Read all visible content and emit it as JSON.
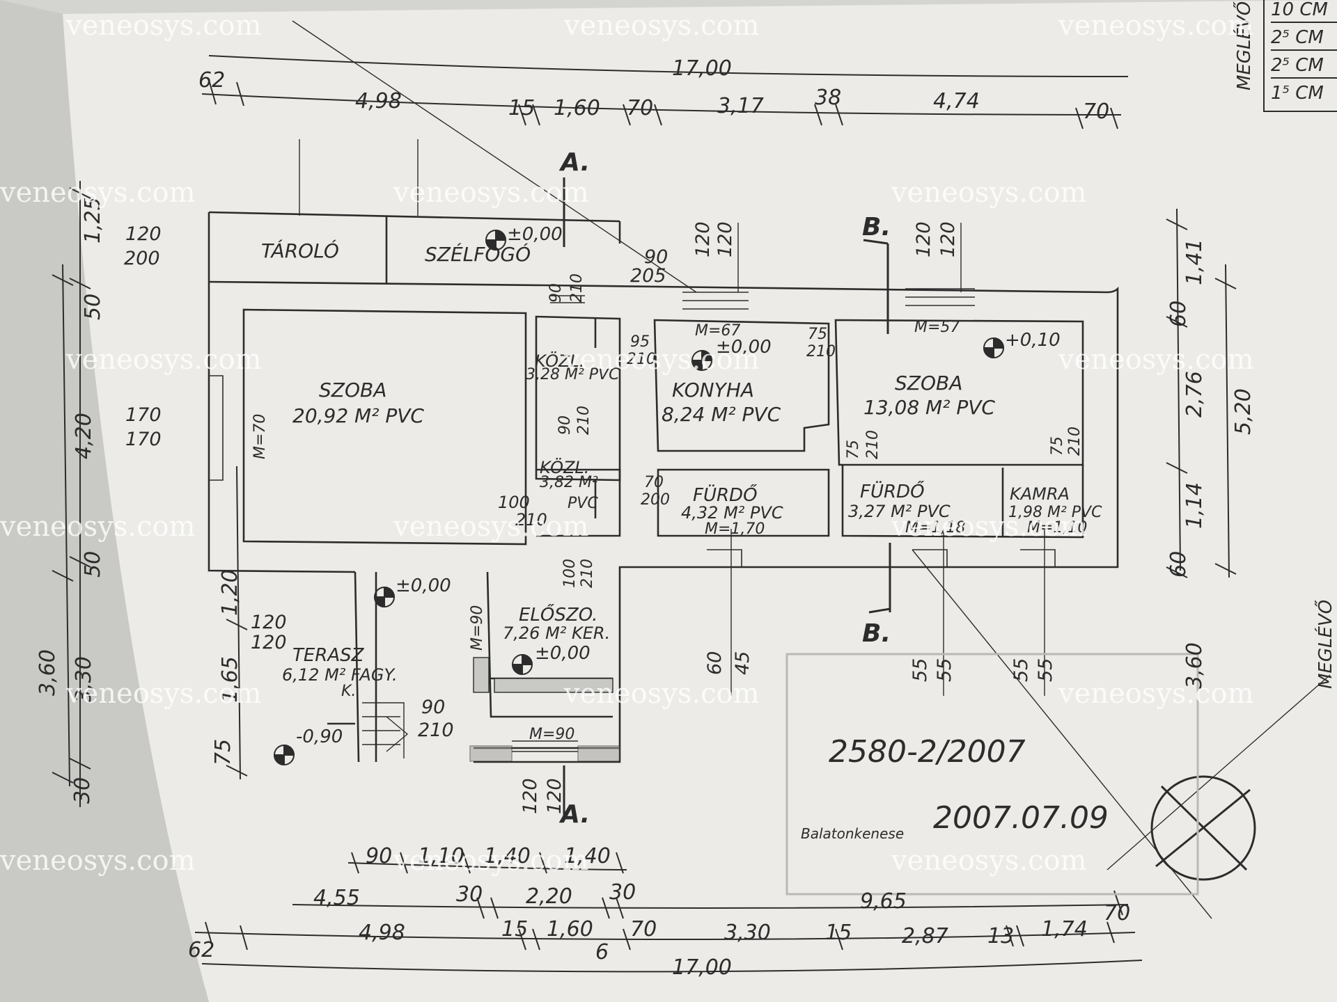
{
  "dimensions": {
    "top_total": "17,00",
    "top_row": [
      "62",
      "4,98",
      "15",
      "1,60",
      "70",
      "3,17",
      "38",
      "4,74",
      "70"
    ],
    "bottom_row1": [
      "90",
      "1,10",
      "1,40",
      "1,40"
    ],
    "bottom_row2": [
      "4,55",
      "30",
      "2,20",
      "30",
      "9,65"
    ],
    "bottom_row3": [
      "62",
      "4,98",
      "15",
      "1,60",
      "6",
      "70",
      "3,30",
      "15",
      "2,87",
      "13",
      "1,74",
      "70"
    ],
    "bottom_total": "17,00",
    "left_outer": [
      "1,25",
      "4,20",
      "3,60",
      "30"
    ],
    "left_inner": [
      "50",
      "50",
      "3,30",
      "75"
    ],
    "left_third": [
      "1,20",
      "1,65"
    ],
    "right_outer": [
      "1,41",
      "5,20"
    ],
    "right_inner": [
      "60",
      "2,76",
      "1,14",
      "60",
      "3,60"
    ]
  },
  "rooms": {
    "taroló": "TÁROLÓ",
    "szelfogo": "SZÉLFOGÓ",
    "szoba1": {
      "name": "SZOBA",
      "area": "20,92 M² PVC"
    },
    "kozl1": {
      "name": "KÖZL.",
      "area": "3,28 M² PVC"
    },
    "konyha": {
      "name": "KONYHA",
      "area": "8,24 M² PVC"
    },
    "szoba2": {
      "name": "SZOBA",
      "area": "13,08 M² PVC"
    },
    "kozl2": {
      "name": "KÖZL.",
      "area": "3,82 M²",
      "floor": "PVC"
    },
    "furdo1": {
      "name": "FÜRDŐ",
      "area": "4,32 M² PVC",
      "m": "M=1,70"
    },
    "furdo2": {
      "name": "FÜRDŐ",
      "area": "3,27 M² PVC",
      "m": "M=1,18"
    },
    "kamra": {
      "name": "KAMRA",
      "area": "1,98 M² PVC",
      "m": "M=1,10"
    },
    "eloszo": {
      "name": "ELŐSZO.",
      "area": "7,26 M² KER."
    },
    "terasz": {
      "name": "TERASZ",
      "area": "6,12 M² FAGY.",
      "extra": "K."
    }
  },
  "openings": {
    "w_top1": [
      "120",
      "200"
    ],
    "w_top2": [
      "90",
      "205"
    ],
    "w_top3": [
      "120",
      "120"
    ],
    "w_top4": [
      "120",
      "120"
    ],
    "w_left": [
      "170",
      "170"
    ],
    "w_left2": [
      "120",
      "120"
    ],
    "d1": [
      "90",
      "210"
    ],
    "d2": [
      "95",
      "210"
    ],
    "d3": [
      "75",
      "210"
    ],
    "d4": [
      "90",
      "210"
    ],
    "d5": [
      "100",
      "210"
    ],
    "d6": [
      "70",
      "200"
    ],
    "d7": [
      "100",
      "210"
    ],
    "d8": [
      "90",
      "210"
    ],
    "d9": [
      "75",
      "210"
    ],
    "d10": [
      "75",
      "210"
    ],
    "w_bottom1": [
      "120",
      "120"
    ],
    "w_bottom2": [
      "60",
      "45"
    ],
    "w_bottom3": [
      "55",
      "55"
    ],
    "w_bottom4": [
      "55",
      "55"
    ]
  },
  "sill_heights": {
    "szoba1": "M=70",
    "konyha": "M=67",
    "szoba2": "M=57",
    "eloszo": "M=90",
    "entrance": "M=90"
  },
  "levels": {
    "szelfogo": "±0,00",
    "konyha": "±0,00",
    "szoba2": "+0,10",
    "terasz": "±0,00",
    "eloszo": "±0,00",
    "stairs": "-0,90"
  },
  "sections": {
    "a_top": "A.",
    "a_bottom": "A.",
    "b_top": "B.",
    "b_bottom": "B."
  },
  "legend": [
    "10 CM",
    "2⁵ CM",
    "2⁵ CM",
    "1⁵ CM"
  ],
  "legend_label": "MEGLÉVŐ",
  "right_label": "MEGLÉVŐ",
  "stamp": {
    "number": "2580-2/2007",
    "date": "2007.07.09",
    "town": "Balatonkenese"
  },
  "watermark": "veneosys.com",
  "colors": {
    "paper": "#ecebe7",
    "ink": "#2c2c2c",
    "shade": "#9d9d9a"
  }
}
